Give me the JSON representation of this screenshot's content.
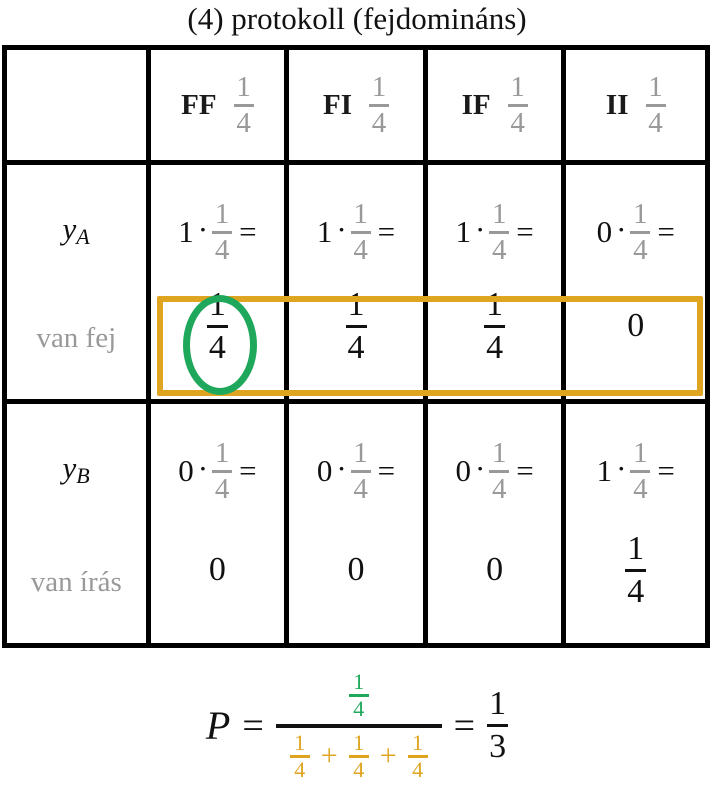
{
  "title": "(4) protokoll (fejdomináns)",
  "colors": {
    "highlight_green": "#1FA85B",
    "highlight_orange": "#DFA521",
    "muted_gray": "#999999",
    "ink": "#111111"
  },
  "table": {
    "corner_label": "",
    "columns": [
      {
        "label": "FF",
        "prior_num": "1",
        "prior_den": "4"
      },
      {
        "label": "FI",
        "prior_num": "1",
        "prior_den": "4"
      },
      {
        "label": "IF",
        "prior_num": "1",
        "prior_den": "4"
      },
      {
        "label": "II",
        "prior_num": "1",
        "prior_den": "4"
      }
    ],
    "rows": [
      {
        "var": "y",
        "var_sub": "A",
        "note": "van fej",
        "cells": [
          {
            "coef": "1",
            "dot": "·",
            "frac_num": "1",
            "frac_den": "4",
            "eq": "=",
            "result_num": "1",
            "result_den": "4",
            "result_is_fraction": true
          },
          {
            "coef": "1",
            "dot": "·",
            "frac_num": "1",
            "frac_den": "4",
            "eq": "=",
            "result_num": "1",
            "result_den": "4",
            "result_is_fraction": true
          },
          {
            "coef": "1",
            "dot": "·",
            "frac_num": "1",
            "frac_den": "4",
            "eq": "=",
            "result_num": "1",
            "result_den": "4",
            "result_is_fraction": true
          },
          {
            "coef": "0",
            "dot": "·",
            "frac_num": "1",
            "frac_den": "4",
            "eq": "=",
            "result_zero": "0",
            "result_is_fraction": false
          }
        ]
      },
      {
        "var": "y",
        "var_sub": "B",
        "note": "van írás",
        "cells": [
          {
            "coef": "0",
            "dot": "·",
            "frac_num": "1",
            "frac_den": "4",
            "eq": "=",
            "result_zero": "0",
            "result_is_fraction": false
          },
          {
            "coef": "0",
            "dot": "·",
            "frac_num": "1",
            "frac_den": "4",
            "eq": "=",
            "result_zero": "0",
            "result_is_fraction": false
          },
          {
            "coef": "0",
            "dot": "·",
            "frac_num": "1",
            "frac_den": "4",
            "eq": "=",
            "result_zero": "0",
            "result_is_fraction": false
          },
          {
            "coef": "1",
            "dot": "·",
            "frac_num": "1",
            "frac_den": "4",
            "eq": "=",
            "result_num": "1",
            "result_den": "4",
            "result_is_fraction": true
          }
        ]
      }
    ]
  },
  "formula": {
    "lhs": "P",
    "eq1": "=",
    "numerator": {
      "num": "1",
      "den": "4"
    },
    "denominator": [
      {
        "num": "1",
        "den": "4"
      },
      {
        "num": "1",
        "den": "4"
      },
      {
        "num": "1",
        "den": "4"
      }
    ],
    "plus": "+",
    "eq2": "=",
    "rhs": {
      "num": "1",
      "den": "3"
    }
  }
}
